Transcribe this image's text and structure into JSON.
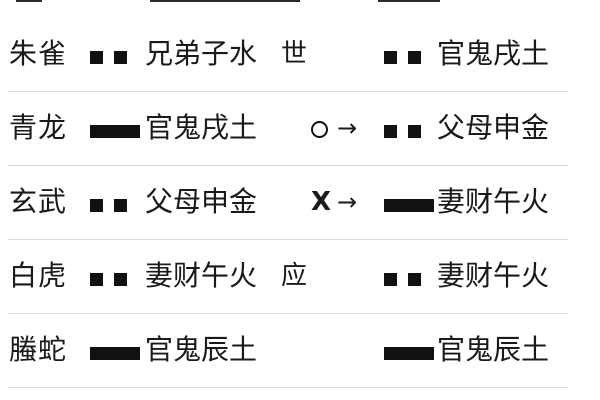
{
  "rows": [
    {
      "spirit": "朱雀",
      "original_line": "yin",
      "original_relation": "兄弟子水",
      "marker": "世",
      "moving": "",
      "changed_line": "yin",
      "changed_relation": "官鬼戌土"
    },
    {
      "spirit": "青龙",
      "original_line": "yang",
      "original_relation": "官鬼戌土",
      "marker": "",
      "moving": "○",
      "arrow": "→",
      "changed_line": "yin",
      "changed_relation": "父母申金"
    },
    {
      "spirit": "玄武",
      "original_line": "yin",
      "original_relation": "父母申金",
      "marker": "",
      "moving": "X",
      "arrow": "→",
      "changed_line": "yang",
      "changed_relation": "妻财午火"
    },
    {
      "spirit": "白虎",
      "original_line": "yin",
      "original_relation": "妻财午火",
      "marker": "应",
      "moving": "",
      "changed_line": "yin",
      "changed_relation": "妻财午火"
    },
    {
      "spirit": "螣蛇",
      "original_line": "yang",
      "original_relation": "官鬼辰土",
      "marker": "",
      "moving": "",
      "changed_line": "yang",
      "changed_relation": "官鬼辰土"
    }
  ],
  "colors": {
    "text": "#1a1a1a",
    "line": "#111111",
    "separator": "#d9d9d9"
  }
}
